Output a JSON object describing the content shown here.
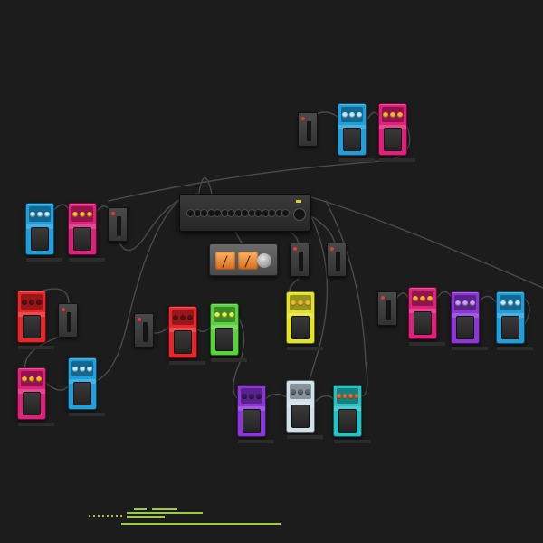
{
  "workspace": {
    "background": "#1c1c1c",
    "cable_color": "#4a4a4a",
    "scroll_indicator_color": "#9ccc3a"
  },
  "pedals": [
    {
      "id": "p-top-blue",
      "color": "#1fa0dc",
      "knob_color": "#bfe8f8",
      "knobs": 3
    },
    {
      "id": "p-top-pink",
      "color": "#e0207a",
      "knob_color": "#f2b632",
      "knobs": 3
    },
    {
      "id": "p-left-blue",
      "color": "#1fa0dc",
      "knob_color": "#bfe8f8",
      "knobs": 3
    },
    {
      "id": "p-left-pink",
      "color": "#e0207a",
      "knob_color": "#f2b632",
      "knobs": 3
    },
    {
      "id": "p-red-1",
      "color": "#e8252a",
      "knob_color": "#5a0e10",
      "knobs": 3
    },
    {
      "id": "p-pink-2",
      "color": "#e0207a",
      "knob_color": "#f2b632",
      "knobs": 3
    },
    {
      "id": "p-blue-3",
      "color": "#1fa0dc",
      "knob_color": "#bfe8f8",
      "knobs": 3
    },
    {
      "id": "p-red-2",
      "color": "#e8252a",
      "knob_color": "#5a0e10",
      "knobs": 3
    },
    {
      "id": "p-green",
      "color": "#58d33c",
      "knob_color": "#e8f048",
      "knobs": 3
    },
    {
      "id": "p-yellow",
      "color": "#e3e22b",
      "knob_color": "#f2b632",
      "knobs": 3
    },
    {
      "id": "p-purple-1",
      "color": "#8b36d6",
      "knob_color": "#3a1560",
      "knobs": 3
    },
    {
      "id": "p-silver",
      "color": "#cfe2ea",
      "knob_color": "#5a6670",
      "knobs": 3
    },
    {
      "id": "p-teal",
      "color": "#27c2c2",
      "knob_color": "#f06a2c",
      "knobs": 4
    },
    {
      "id": "p-right-pink",
      "color": "#e0207a",
      "knob_color": "#f2b632",
      "knobs": 3
    },
    {
      "id": "p-right-purple",
      "color": "#8b36d6",
      "knob_color": "#c8a2f0",
      "knobs": 3
    },
    {
      "id": "p-right-blue",
      "color": "#1fa0dc",
      "knob_color": "#bfe8f8",
      "knobs": 3
    }
  ],
  "utilities": [
    {
      "id": "u-top"
    },
    {
      "id": "u-left"
    },
    {
      "id": "u-mid-left"
    },
    {
      "id": "u-red-chain"
    },
    {
      "id": "u-center-1"
    },
    {
      "id": "u-center-2"
    },
    {
      "id": "u-right"
    }
  ],
  "devices": {
    "mixer": {
      "led_color": "#d6d23a",
      "channel_knobs": 15
    },
    "vu_meter": {
      "face_color": "#ffb562"
    }
  }
}
